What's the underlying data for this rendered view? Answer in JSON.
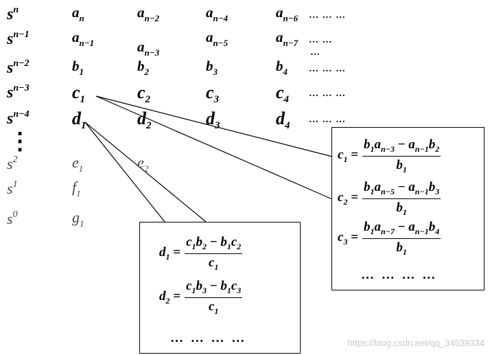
{
  "watermark": "https://blog.csdn.net/qq_34539334",
  "rows": {
    "r0": {
      "s": "s",
      "s_exp": "n",
      "cells": [
        [
          "a",
          "n"
        ],
        [
          "a",
          "n−2"
        ],
        [
          "a",
          "n−4"
        ],
        [
          "a",
          "n−6"
        ]
      ],
      "tail": "… … …"
    },
    "r1": {
      "s": "s",
      "s_exp": "n−1",
      "cells": [
        [
          "a",
          "n−1"
        ],
        [
          "a",
          "n−3"
        ],
        [
          "a",
          "n−5"
        ],
        [
          "a",
          "n−7"
        ]
      ],
      "tail": "… …",
      "tail2": "…"
    },
    "r2": {
      "s": "s",
      "s_exp": "n−2",
      "cells": [
        [
          "b",
          "1"
        ],
        [
          "b",
          "2"
        ],
        [
          "b",
          "3"
        ],
        [
          "b",
          "4"
        ]
      ],
      "tail": "… … …"
    },
    "r3": {
      "s": "s",
      "s_exp": "n−3",
      "cells": [
        [
          "c",
          "1"
        ],
        [
          "c",
          "2"
        ],
        [
          "c",
          "3"
        ],
        [
          "c",
          "4"
        ]
      ],
      "tail": "… … …"
    },
    "r4": {
      "s": "s",
      "s_exp": "n−4",
      "cells": [
        [
          "d",
          "1"
        ],
        [
          "d",
          "2"
        ],
        [
          "d",
          "3"
        ],
        [
          "d",
          "4"
        ]
      ],
      "tail": "… … …"
    },
    "r5": {
      "s": "s",
      "s_exp": "2",
      "cells": [
        [
          "e",
          "1"
        ],
        [
          "e",
          "2"
        ]
      ]
    },
    "r6": {
      "s": "s",
      "s_exp": "1",
      "cells": [
        [
          "f",
          "1"
        ]
      ]
    },
    "r7": {
      "s": "s",
      "s_exp": "0",
      "cells": [
        [
          "g",
          "1"
        ]
      ]
    }
  },
  "vdots": "⋮",
  "c_box": {
    "eq1": {
      "lhs": "c",
      "lhs_sub": "1",
      "num": [
        "b",
        "1",
        "a",
        "n−3",
        "−",
        "a",
        "n−1",
        "b",
        "2"
      ],
      "den": [
        "b",
        "1"
      ]
    },
    "eq2": {
      "lhs": "c",
      "lhs_sub": "2",
      "num": [
        "b",
        "1",
        "a",
        "n−5",
        "−",
        "a",
        "n−1",
        "b",
        "3"
      ],
      "den": [
        "b",
        "1"
      ]
    },
    "eq3": {
      "lhs": "c",
      "lhs_sub": "3",
      "num": [
        "b",
        "1",
        "a",
        "n−7",
        "−",
        "a",
        "n−1",
        "b",
        "4"
      ],
      "den": [
        "b",
        "1"
      ]
    },
    "dots": "… … … …"
  },
  "d_box": {
    "eq1": {
      "lhs": "d",
      "lhs_sub": "1",
      "num": [
        "c",
        "1",
        "b",
        "2",
        "−",
        "b",
        "1",
        "c",
        "2"
      ],
      "den": [
        "c",
        "1"
      ]
    },
    "eq2": {
      "lhs": "d",
      "lhs_sub": "2",
      "num": [
        "c",
        "1",
        "b",
        "3",
        "−",
        "b",
        "1",
        "c",
        "3"
      ],
      "den": [
        "c",
        "1"
      ]
    },
    "dots": "… … … …"
  }
}
